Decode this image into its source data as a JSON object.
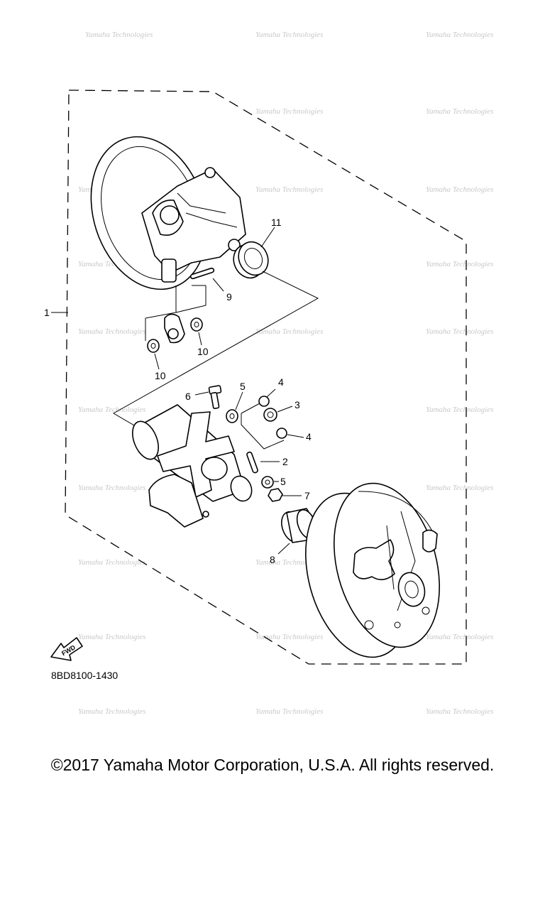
{
  "callouts": {
    "c1": "1",
    "c2": "2",
    "c3": "3",
    "c4a": "4",
    "c4b": "4",
    "c5a": "5",
    "c5b": "5",
    "c6": "6",
    "c7": "7",
    "c8": "8",
    "c9": "9",
    "c10a": "10",
    "c10b": "10",
    "c11": "11"
  },
  "diagram_code": "8BD8100-1430",
  "fwd_label": "FWD",
  "watermark": "Yamaha Technologies",
  "copyright": "©2017 Yamaha Motor Corporation, U.S.A. All rights reserved.",
  "colors": {
    "line": "#000000",
    "watermark": "#c8c8c8",
    "background": "#ffffff"
  }
}
